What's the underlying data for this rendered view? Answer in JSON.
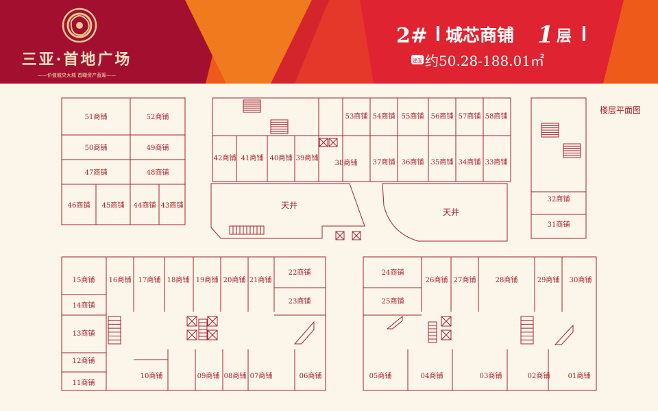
{
  "brand": {
    "name": "三亚·首地广场",
    "slogan": "——价值城央大城  首瞰资产蓝筹——"
  },
  "title": {
    "building": "2#",
    "name": "城芯商铺",
    "floor_num": "1",
    "floor_suffix": "层",
    "area_tag": "建面",
    "area_text": "约50.28-188.01㎡"
  },
  "plan_label": "楼层平面图",
  "atrium_labels": [
    "天井",
    "天井"
  ],
  "units": [
    "51商铺",
    "52商铺",
    "50商铺",
    "49商铺",
    "47商铺",
    "48商铺",
    "46商铺",
    "45商铺",
    "44商铺",
    "43商铺",
    "42商铺",
    "41商铺",
    "40商铺",
    "39商铺",
    "38商铺",
    "37商铺",
    "36商铺",
    "35商铺",
    "34商铺",
    "33商铺",
    "53商铺",
    "54商铺",
    "55商铺",
    "56商铺",
    "57商铺",
    "58商铺",
    "32商铺",
    "31商铺",
    "15商铺",
    "16商铺",
    "17商铺",
    "18商铺",
    "19商铺",
    "20商铺",
    "21商铺",
    "22商铺",
    "23商铺",
    "14商铺",
    "13商铺",
    "12商铺",
    "11商铺",
    "10商铺",
    "09商铺",
    "08商铺",
    "07商铺",
    "06商铺",
    "24商铺",
    "25商铺",
    "26商铺",
    "27商铺",
    "28商铺",
    "29商铺",
    "30商铺",
    "05商铺",
    "04商铺",
    "03商铺",
    "02商铺",
    "01商铺"
  ],
  "colors": {
    "crimson": "#a3102f",
    "red": "#e02330",
    "orange": "#ee5a1a",
    "cream": "#fbf6e9",
    "line": "#a81e2e",
    "gold": "#e9c98e"
  }
}
